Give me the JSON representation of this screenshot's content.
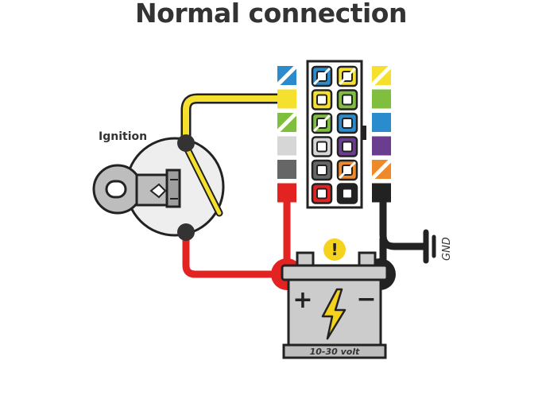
{
  "title": "Normal connection",
  "labels": {
    "ignition": "Ignition",
    "gnd": "GND",
    "battery_voltage": "10-30 volt",
    "battery_plus": "+",
    "battery_minus": "−",
    "warning_mark": "!"
  },
  "colors": {
    "yellow_wire": "#f5e02e",
    "red_wire": "#e32322",
    "black_wire": "#222222",
    "outline": "#222222",
    "battery_body": "#cccccc",
    "battery_bolt": "#f5d21c",
    "warning_badge": "#f5d21c"
  },
  "connector": {
    "left_pins": [
      {
        "color": "#2b8ccd",
        "pattern": "striped"
      },
      {
        "color": "#f5e02e",
        "pattern": "solid"
      },
      {
        "color": "#7fbf3d",
        "pattern": "striped"
      },
      {
        "color": "#d6d6d6",
        "pattern": "solid"
      },
      {
        "color": "#666666",
        "pattern": "solid"
      },
      {
        "color": "#e32322",
        "pattern": "solid"
      }
    ],
    "right_pins": [
      {
        "color": "#f5e02e",
        "pattern": "striped"
      },
      {
        "color": "#7fbf3d",
        "pattern": "solid"
      },
      {
        "color": "#2b8ccd",
        "pattern": "solid"
      },
      {
        "color": "#6a3d8f",
        "pattern": "solid"
      },
      {
        "color": "#ee8a2a",
        "pattern": "striped"
      },
      {
        "color": "#222222",
        "pattern": "solid"
      }
    ]
  },
  "icons": [
    "ignition-key-icon",
    "battery-icon",
    "lightning-bolt-icon",
    "warning-icon",
    "ground-symbol-icon",
    "connector-icon"
  ]
}
